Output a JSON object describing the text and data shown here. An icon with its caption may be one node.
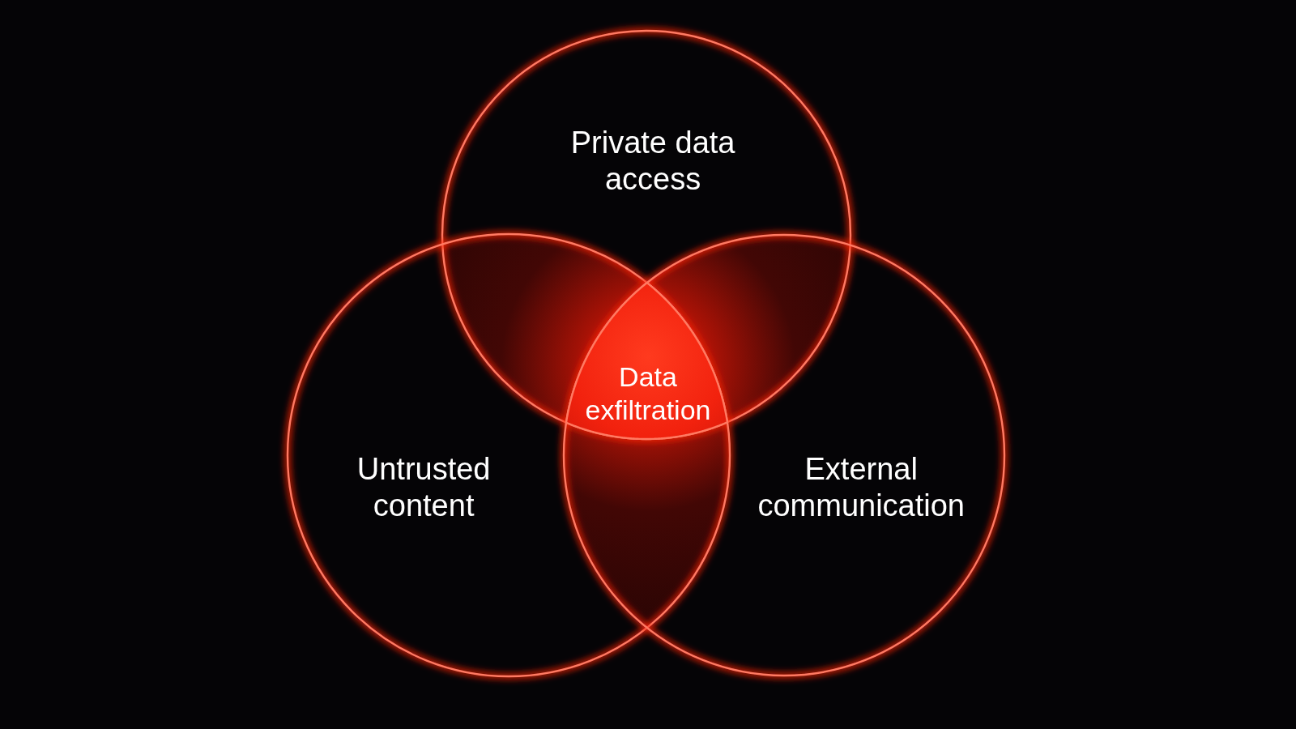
{
  "diagram": {
    "nodes": [
      {
        "text": [
          "Private data access"
        ]
      },
      {
        "text": [
          "Untrusted content"
        ]
      },
      {
        "text": [
          "External communication"
        ]
      },
      {
        "text": [
          "Data exfiltration"
        ]
      }
    ]
  }
}
